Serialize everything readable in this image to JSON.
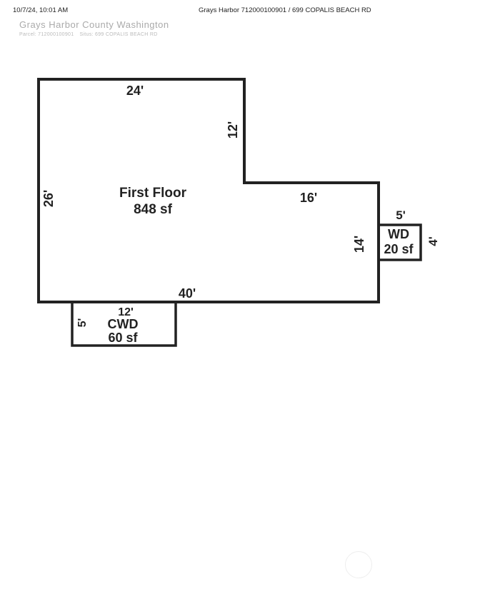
{
  "header": {
    "datetime": "10/7/24, 10:01 AM",
    "title": "Grays Harbor 712000100901 / 699 COPALIS BEACH RD"
  },
  "county": {
    "name": "Grays Harbor County Washington",
    "parcel": "Parcel: 712000100901",
    "situs": "Situs: 699 COPALIS BEACH RD"
  },
  "sketch": {
    "first_floor": {
      "name": "First Floor",
      "area": "848 sf",
      "dims": {
        "top": "24'",
        "step_v": "12'",
        "step_h": "16'",
        "left": "26'",
        "right": "14'",
        "bottom": "40'"
      }
    },
    "wd": {
      "name": "WD",
      "area": "20 sf",
      "width": "5'",
      "depth": "4'"
    },
    "cwd": {
      "name": "CWD",
      "area": "60 sf",
      "width": "12'",
      "depth": "5'"
    }
  }
}
